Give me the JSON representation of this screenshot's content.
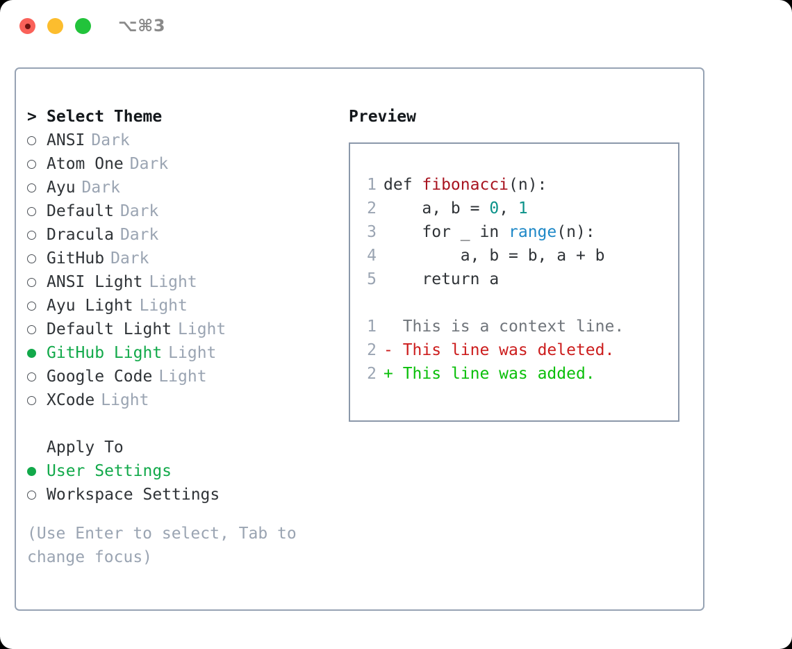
{
  "window": {
    "title": "⌥⌘3",
    "traffic_lights": [
      "close",
      "minimize",
      "maximize"
    ]
  },
  "theme_selector": {
    "header": {
      "prefix": ">",
      "label": "Select Theme"
    },
    "items": [
      {
        "marker": "○",
        "label": "ANSI",
        "tag": "Dark",
        "selected": false
      },
      {
        "marker": "○",
        "label": "Atom One",
        "tag": "Dark",
        "selected": false
      },
      {
        "marker": "○",
        "label": "Ayu",
        "tag": "Dark",
        "selected": false
      },
      {
        "marker": "○",
        "label": "Default",
        "tag": "Dark",
        "selected": false
      },
      {
        "marker": "○",
        "label": "Dracula",
        "tag": "Dark",
        "selected": false
      },
      {
        "marker": "○",
        "label": "GitHub",
        "tag": "Dark",
        "selected": false
      },
      {
        "marker": "○",
        "label": "ANSI Light",
        "tag": "Light",
        "selected": false
      },
      {
        "marker": "○",
        "label": "Ayu Light",
        "tag": "Light",
        "selected": false
      },
      {
        "marker": "○",
        "label": "Default Light",
        "tag": "Light",
        "selected": false
      },
      {
        "marker": "●",
        "label": "GitHub Light",
        "tag": "Light",
        "selected": true
      },
      {
        "marker": "○",
        "label": "Google Code",
        "tag": "Light",
        "selected": false
      },
      {
        "marker": "○",
        "label": "XCode",
        "tag": "Light",
        "selected": false
      }
    ]
  },
  "apply_to": {
    "header": "Apply To",
    "items": [
      {
        "marker": "●",
        "label": "User Settings",
        "selected": true
      },
      {
        "marker": "○",
        "label": "Workspace Settings",
        "selected": false
      }
    ]
  },
  "hint": "(Use Enter to select, Tab to change focus)",
  "preview": {
    "title": "Preview",
    "code_lines": [
      {
        "no": "1",
        "tokens": [
          {
            "t": "def ",
            "c": "kw"
          },
          {
            "t": "fibonacci",
            "c": "fn"
          },
          {
            "t": "(n):",
            "c": "kw"
          }
        ]
      },
      {
        "no": "2",
        "tokens": [
          {
            "t": "    a, b = ",
            "c": "kw"
          },
          {
            "t": "0",
            "c": "num"
          },
          {
            "t": ", ",
            "c": "kw"
          },
          {
            "t": "1",
            "c": "num"
          }
        ]
      },
      {
        "no": "3",
        "tokens": [
          {
            "t": "    for _ in ",
            "c": "kw"
          },
          {
            "t": "range",
            "c": "builtin"
          },
          {
            "t": "(n):",
            "c": "kw"
          }
        ]
      },
      {
        "no": "4",
        "tokens": [
          {
            "t": "        a, b = b, a + b",
            "c": "kw"
          }
        ]
      },
      {
        "no": "5",
        "tokens": [
          {
            "t": "    return a",
            "c": "kw"
          }
        ]
      }
    ],
    "diff_lines": [
      {
        "no": "1",
        "sign": "  ",
        "text": "This is a context line.",
        "kind": "ctx"
      },
      {
        "no": "2",
        "sign": "- ",
        "text": "This line was deleted.",
        "kind": "del"
      },
      {
        "no": "2",
        "sign": "+ ",
        "text": "This line was added.",
        "kind": "add"
      }
    ]
  },
  "colors": {
    "selected_green": "#12a94a",
    "tag_gray": "#9aa4b2",
    "border": "#97a3b4",
    "function_red": "#a81420",
    "number_teal": "#0a9289",
    "builtin_blue": "#1e88c7",
    "diff_delete_red": "#cc1d1d",
    "diff_add_green": "#0abf0a",
    "text": "#2f3337"
  }
}
